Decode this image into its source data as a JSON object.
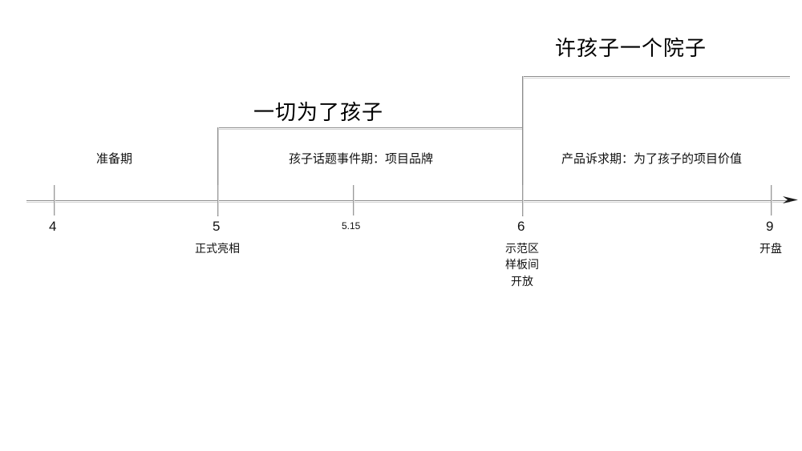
{
  "diagram": {
    "title_top": "许孩子一个院子",
    "title_mid": "一切为了孩子",
    "axis": {
      "arrow_icon": "arrow-right-icon"
    },
    "phases": [
      {
        "id": "prep",
        "label": "准备期"
      },
      {
        "id": "event",
        "label": "孩子话题事件期：项目品牌"
      },
      {
        "id": "product",
        "label": "产品诉求期：为了孩子的项目价值"
      }
    ],
    "ticks": [
      {
        "id": "t4",
        "value": "4",
        "sub": ""
      },
      {
        "id": "t5",
        "value": "5",
        "sub": "正式亮相"
      },
      {
        "id": "t515",
        "value": "5.15",
        "sub": ""
      },
      {
        "id": "t6",
        "value": "6",
        "sub": "示范区\n样板间\n开放"
      },
      {
        "id": "t9",
        "value": "9",
        "sub": "开盘"
      }
    ],
    "colors": {
      "line": "#8c8c8c",
      "line_shadow": "#d4d4d4",
      "text": "#111111",
      "background": "#ffffff"
    }
  }
}
